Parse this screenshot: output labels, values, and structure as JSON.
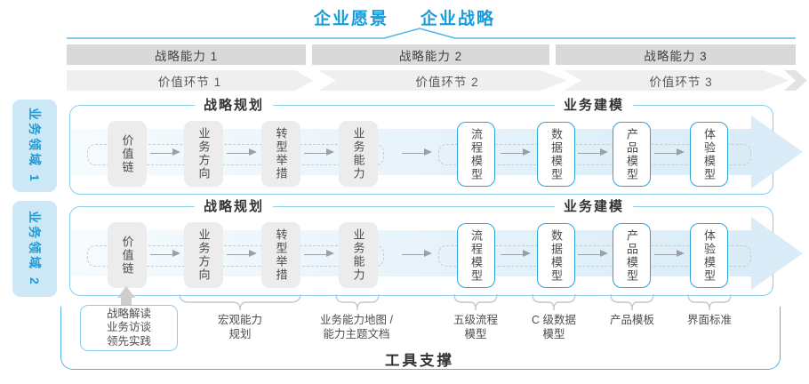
{
  "colors": {
    "accent_blue": "#189cd8",
    "domain_fill": "#cce8f7",
    "flow_band_fill": "#e3f0fa",
    "arrow_head_fill": "#d9ecf8",
    "gray_box_fill": "#ececec",
    "blue_box_border": "#2fa1d9",
    "capability_band_fill": "#d9d9d9",
    "value_band_fill": "#efefef",
    "container_border": "#8ccdee",
    "tools_border": "#54b1e1"
  },
  "header": {
    "vision": "企业愿景",
    "strategy": "企业战略"
  },
  "capability_band": {
    "items": [
      "战略能力 1",
      "战略能力 2",
      "战略能力 3"
    ]
  },
  "value_band": {
    "items": [
      "价值环节 1",
      "价值环节 2",
      "价值环节 3"
    ]
  },
  "rows": [
    {
      "domain": "业务领域 1",
      "planning_title": "战略规划",
      "modeling_title": "业务建模",
      "boxes": [
        "价值链",
        "业务方向",
        "转型举措",
        "业务能力",
        "流程模型",
        "数据模型",
        "产品模型",
        "体验模型"
      ]
    },
    {
      "domain": "业务领域 2",
      "planning_title": "战略规划",
      "modeling_title": "业务建模",
      "boxes": [
        "价值链",
        "业务方向",
        "转型举措",
        "业务能力",
        "流程模型",
        "数据模型",
        "产品模型",
        "体验模型"
      ]
    }
  ],
  "annotations": [
    {
      "lines": [
        "战略解读",
        "业务访谈",
        "领先实践"
      ]
    },
    {
      "lines": [
        "宏观能力",
        "规划"
      ]
    },
    {
      "lines": [
        "业务能力地图 /",
        "能力主题文档"
      ]
    },
    {
      "lines": [
        "五级流程",
        "模型"
      ]
    },
    {
      "lines": [
        "C 级数据",
        "模型"
      ]
    },
    {
      "lines": [
        "产品模板"
      ]
    },
    {
      "lines": [
        "界面标准"
      ]
    }
  ],
  "footer": {
    "label": "工具支撑"
  }
}
